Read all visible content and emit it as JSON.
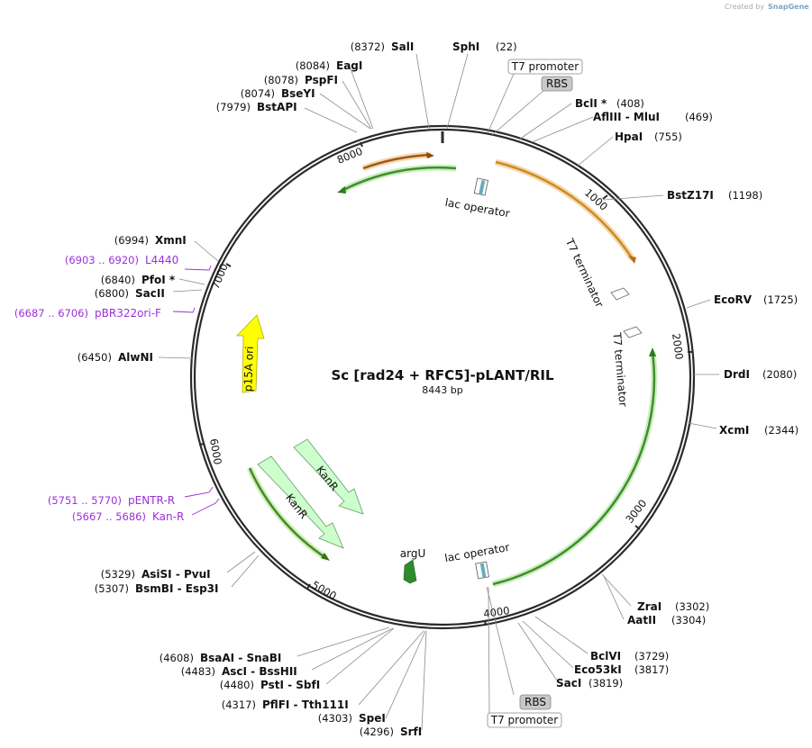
{
  "plasmid": {
    "name": "Sc [rad24 + RFC5]-pLANT/RIL",
    "length_label": "8443 bp"
  },
  "credit": {
    "text": "Created by",
    "brand": "SnapGene"
  },
  "ticks": [
    "1000",
    "2000",
    "3000",
    "4000",
    "5000",
    "6000",
    "7000",
    "8000"
  ],
  "sites": [
    {
      "pos": "(8372)",
      "name": "SalI"
    },
    {
      "pos": "(22)",
      "name": "SphI"
    },
    {
      "pos": "(8084)",
      "name": "EagI"
    },
    {
      "pos": "(8078)",
      "name": "PspFI"
    },
    {
      "pos": "(8074)",
      "name": "BseYI"
    },
    {
      "pos": "(7979)",
      "name": "BstAPI"
    },
    {
      "pos": "(408)",
      "name": "BclI *"
    },
    {
      "pos": "(469)",
      "name": "AflIII  -  MluI"
    },
    {
      "pos": "(755)",
      "name": "HpaI"
    },
    {
      "pos": "(1198)",
      "name": "BstZ17I"
    },
    {
      "pos": "(1725)",
      "name": "EcoRV"
    },
    {
      "pos": "(2080)",
      "name": "DrdI"
    },
    {
      "pos": "(2344)",
      "name": "XcmI"
    },
    {
      "pos": "(3302)",
      "name": "ZraI"
    },
    {
      "pos": "(3304)",
      "name": "AatII"
    },
    {
      "pos": "(3729)",
      "name": "BclVI"
    },
    {
      "pos": "(3817)",
      "name": "Eco53kI"
    },
    {
      "pos": "(3819)",
      "name": "SacI"
    },
    {
      "pos": "(6994)",
      "name": "XmnI"
    },
    {
      "pos": "(6840)",
      "name": "PfoI *"
    },
    {
      "pos": "(6800)",
      "name": "SacII"
    },
    {
      "pos": "(6450)",
      "name": "AlwNI"
    },
    {
      "pos": "(5329)",
      "name": "AsiSI  -  PvuI"
    },
    {
      "pos": "(5307)",
      "name": "BsmBI  -  Esp3I"
    },
    {
      "pos": "(4608)",
      "name": "BsaAI  -  SnaBI"
    },
    {
      "pos": "(4483)",
      "name": "AscI  -  BssHII"
    },
    {
      "pos": "(4480)",
      "name": "PstI  -  SbfI"
    },
    {
      "pos": "(4317)",
      "name": "PflFI  -  Tth111I"
    },
    {
      "pos": "(4303)",
      "name": "SpeI"
    },
    {
      "pos": "(4296)",
      "name": "SrfI"
    }
  ],
  "primers": [
    {
      "pos": "(6903 .. 6920)",
      "name": "L4440"
    },
    {
      "pos": "(6687 .. 6706)",
      "name": "pBR322ori-F"
    },
    {
      "pos": "(5751 .. 5770)",
      "name": "pENTR-R"
    },
    {
      "pos": "(5667 .. 5686)",
      "name": "Kan-R"
    }
  ],
  "features": {
    "t7_promoter_top": "T7 promoter",
    "rbs_top": "RBS",
    "lac_operator_top": "lac operator",
    "t7_terminator_1": "T7 terminator",
    "t7_terminator_2": "T7 terminator",
    "p15a_ori": "p15A ori",
    "kanr_1": "KanR",
    "kanr_2": "KanR",
    "argu": "argU",
    "lac_operator_bottom": "lac operator",
    "rbs_bottom": "RBS",
    "t7_promoter_bottom": "T7 promoter"
  },
  "colors": {
    "backbone": "#2b2b2b",
    "orf_orange": "#e6a13a",
    "orf_green": "#3f8f2a",
    "ori_yellow": "#ffff00",
    "kanr_fill": "#ccffcc",
    "argu_green": "#2e8b2e",
    "primer_purple": "#9b30d9",
    "rbs_gray": "#c8c8c8"
  }
}
